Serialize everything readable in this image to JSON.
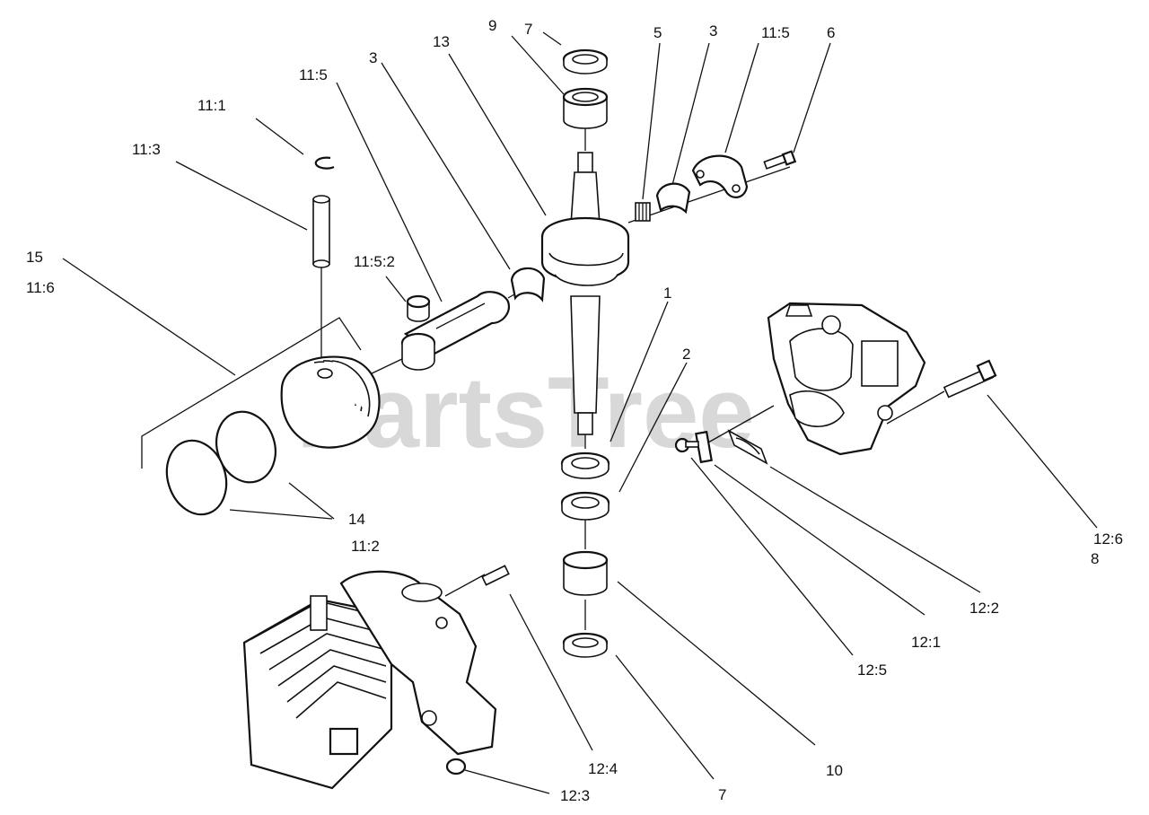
{
  "watermark": {
    "text": "PartsTree",
    "trademark": "™"
  },
  "callouts": [
    {
      "id": "c-9",
      "text": "9"
    },
    {
      "id": "c-7-top",
      "text": "7"
    },
    {
      "id": "c-13",
      "text": "13"
    },
    {
      "id": "c-5",
      "text": "5"
    },
    {
      "id": "c-3-right",
      "text": "3"
    },
    {
      "id": "c-11-5-right",
      "text": "11:5"
    },
    {
      "id": "c-6",
      "text": "6"
    },
    {
      "id": "c-3-left",
      "text": "3"
    },
    {
      "id": "c-11-5-left",
      "text": "11:5"
    },
    {
      "id": "c-11-1",
      "text": "11:1"
    },
    {
      "id": "c-11-3",
      "text": "11:3"
    },
    {
      "id": "c-15",
      "text": "15"
    },
    {
      "id": "c-11-6",
      "text": "11:6"
    },
    {
      "id": "c-11-5-2",
      "text": "11:5:2"
    },
    {
      "id": "c-1",
      "text": "1"
    },
    {
      "id": "c-2",
      "text": "2"
    },
    {
      "id": "c-14",
      "text": "14"
    },
    {
      "id": "c-11-2",
      "text": "11:2"
    },
    {
      "id": "c-12-6",
      "text": "12:6"
    },
    {
      "id": "c-8",
      "text": "8"
    },
    {
      "id": "c-12-2",
      "text": "12:2"
    },
    {
      "id": "c-12-1",
      "text": "12:1"
    },
    {
      "id": "c-12-5",
      "text": "12:5"
    },
    {
      "id": "c-10",
      "text": "10"
    },
    {
      "id": "c-12-4",
      "text": "12:4"
    },
    {
      "id": "c-7-bottom",
      "text": "7"
    },
    {
      "id": "c-12-3",
      "text": "12:3"
    }
  ]
}
